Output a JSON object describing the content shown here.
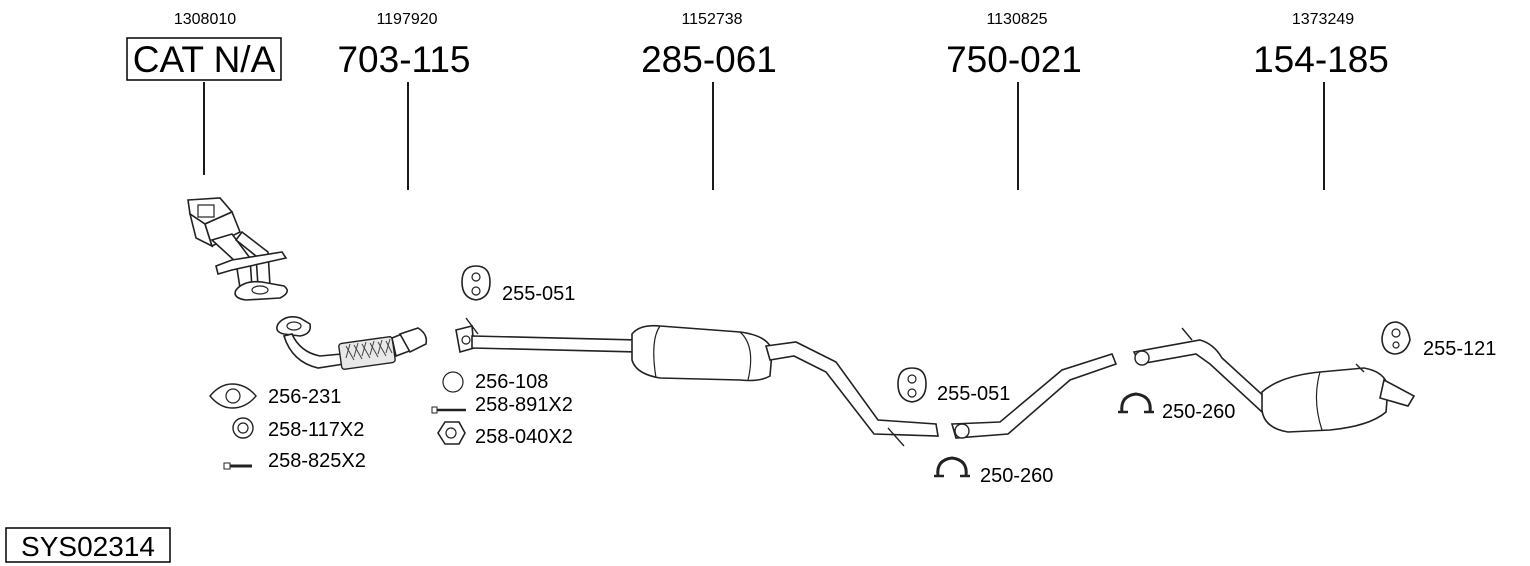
{
  "diagram": {
    "columns": [
      {
        "ref": "1308010",
        "part": "CAT N/A"
      },
      {
        "ref": "1197920",
        "part": "703-115"
      },
      {
        "ref": "1152738",
        "part": "285-061"
      },
      {
        "ref": "1130825",
        "part": "750-021"
      },
      {
        "ref": "1373249",
        "part": "154-185"
      }
    ],
    "accessories": [
      {
        "label": "256-231"
      },
      {
        "label": "258-117X2"
      },
      {
        "label": "258-825X2"
      },
      {
        "label": "256-108"
      },
      {
        "label": "258-891X2"
      },
      {
        "label": "258-040X2"
      },
      {
        "label": "255-051"
      },
      {
        "label": "255-051"
      },
      {
        "label": "250-260"
      },
      {
        "label": "250-260"
      },
      {
        "label": "255-121"
      }
    ],
    "system_code": "SYS02314"
  }
}
